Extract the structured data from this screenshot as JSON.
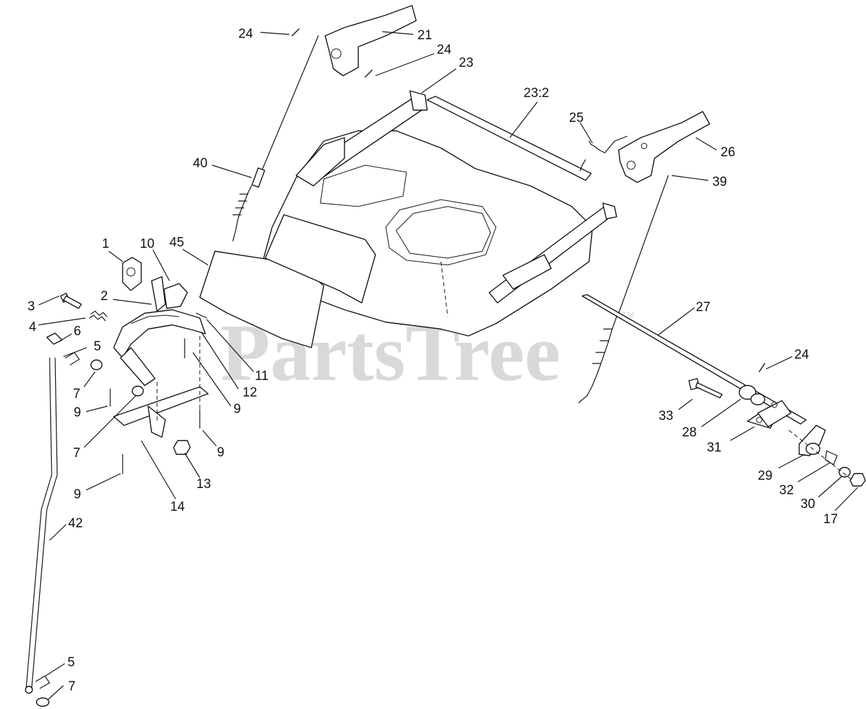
{
  "watermark": {
    "text": "PartsTree",
    "mark": "TM"
  },
  "callouts": [
    {
      "id": "c-24a",
      "label": "24"
    },
    {
      "id": "c-21",
      "label": "21"
    },
    {
      "id": "c-24b",
      "label": "24"
    },
    {
      "id": "c-23",
      "label": "23"
    },
    {
      "id": "c-23-2",
      "label": "23:2"
    },
    {
      "id": "c-25",
      "label": "25"
    },
    {
      "id": "c-26",
      "label": "26"
    },
    {
      "id": "c-39",
      "label": "39"
    },
    {
      "id": "c-40",
      "label": "40"
    },
    {
      "id": "c-1",
      "label": "1"
    },
    {
      "id": "c-10",
      "label": "10"
    },
    {
      "id": "c-45",
      "label": "45"
    },
    {
      "id": "c-3",
      "label": "3"
    },
    {
      "id": "c-2",
      "label": "2"
    },
    {
      "id": "c-4",
      "label": "4"
    },
    {
      "id": "c-6",
      "label": "6"
    },
    {
      "id": "c-5a",
      "label": "5"
    },
    {
      "id": "c-7a",
      "label": "7"
    },
    {
      "id": "c-9a",
      "label": "9"
    },
    {
      "id": "c-11",
      "label": "11"
    },
    {
      "id": "c-12",
      "label": "12"
    },
    {
      "id": "c-9b",
      "label": "9"
    },
    {
      "id": "c-7b",
      "label": "7"
    },
    {
      "id": "c-9c",
      "label": "9"
    },
    {
      "id": "c-13",
      "label": "13"
    },
    {
      "id": "c-9d",
      "label": "9"
    },
    {
      "id": "c-14",
      "label": "14"
    },
    {
      "id": "c-42",
      "label": "42"
    },
    {
      "id": "c-5b",
      "label": "5"
    },
    {
      "id": "c-7c",
      "label": "7"
    },
    {
      "id": "c-27",
      "label": "27"
    },
    {
      "id": "c-24c",
      "label": "24"
    },
    {
      "id": "c-33",
      "label": "33"
    },
    {
      "id": "c-28",
      "label": "28"
    },
    {
      "id": "c-31",
      "label": "31"
    },
    {
      "id": "c-29",
      "label": "29"
    },
    {
      "id": "c-32",
      "label": "32"
    },
    {
      "id": "c-30",
      "label": "30"
    },
    {
      "id": "c-17",
      "label": "17"
    }
  ]
}
